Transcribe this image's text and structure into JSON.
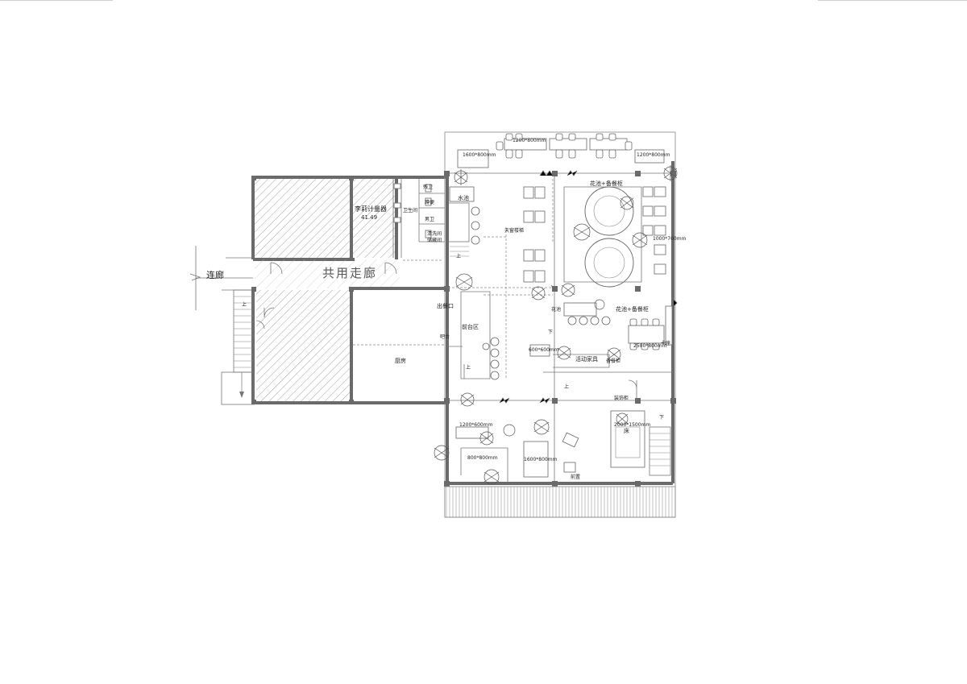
{
  "corridor_link": "连廊",
  "shared_corridor": "共用走廊",
  "restroom": "卫生间",
  "water_sink": "水池",
  "rooms": {
    "accessible_wc": "残卫",
    "squat_wc": "蹲便",
    "mens_wc": "男卫",
    "cleaning": "清洗间",
    "storage": "储藏间",
    "pickup": "出餐口",
    "front_desk_area": "前台区",
    "bar": "吧台",
    "kitchen": "厨房",
    "small_room": "李莉计量器",
    "small_room_area": "41.49",
    "skylight": "天窗楼梯",
    "planter_cabinet_top": "花池+备餐柜",
    "planter_cabinet_mid": "花池+备餐柜",
    "movable_furniture": "活动家具",
    "dish_cabinet": "备餐柜",
    "planter": "花池",
    "seat_bench": "卡座",
    "bed": "床",
    "decor_cabinet": "装饰柜",
    "terrace": "前置",
    "up_label": "上",
    "down_label": "下"
  },
  "dimensions": {
    "t1": "1200*800mm",
    "t2": "1600*800mm",
    "t3": "1200*800mm",
    "t4": "1000*700mm",
    "t5": "2500*800mm",
    "t6": "600*600mm",
    "t7": "1200*600mm",
    "t8": "800*800mm",
    "t9": "1600*800mm",
    "t10": "2000*1500mm"
  }
}
